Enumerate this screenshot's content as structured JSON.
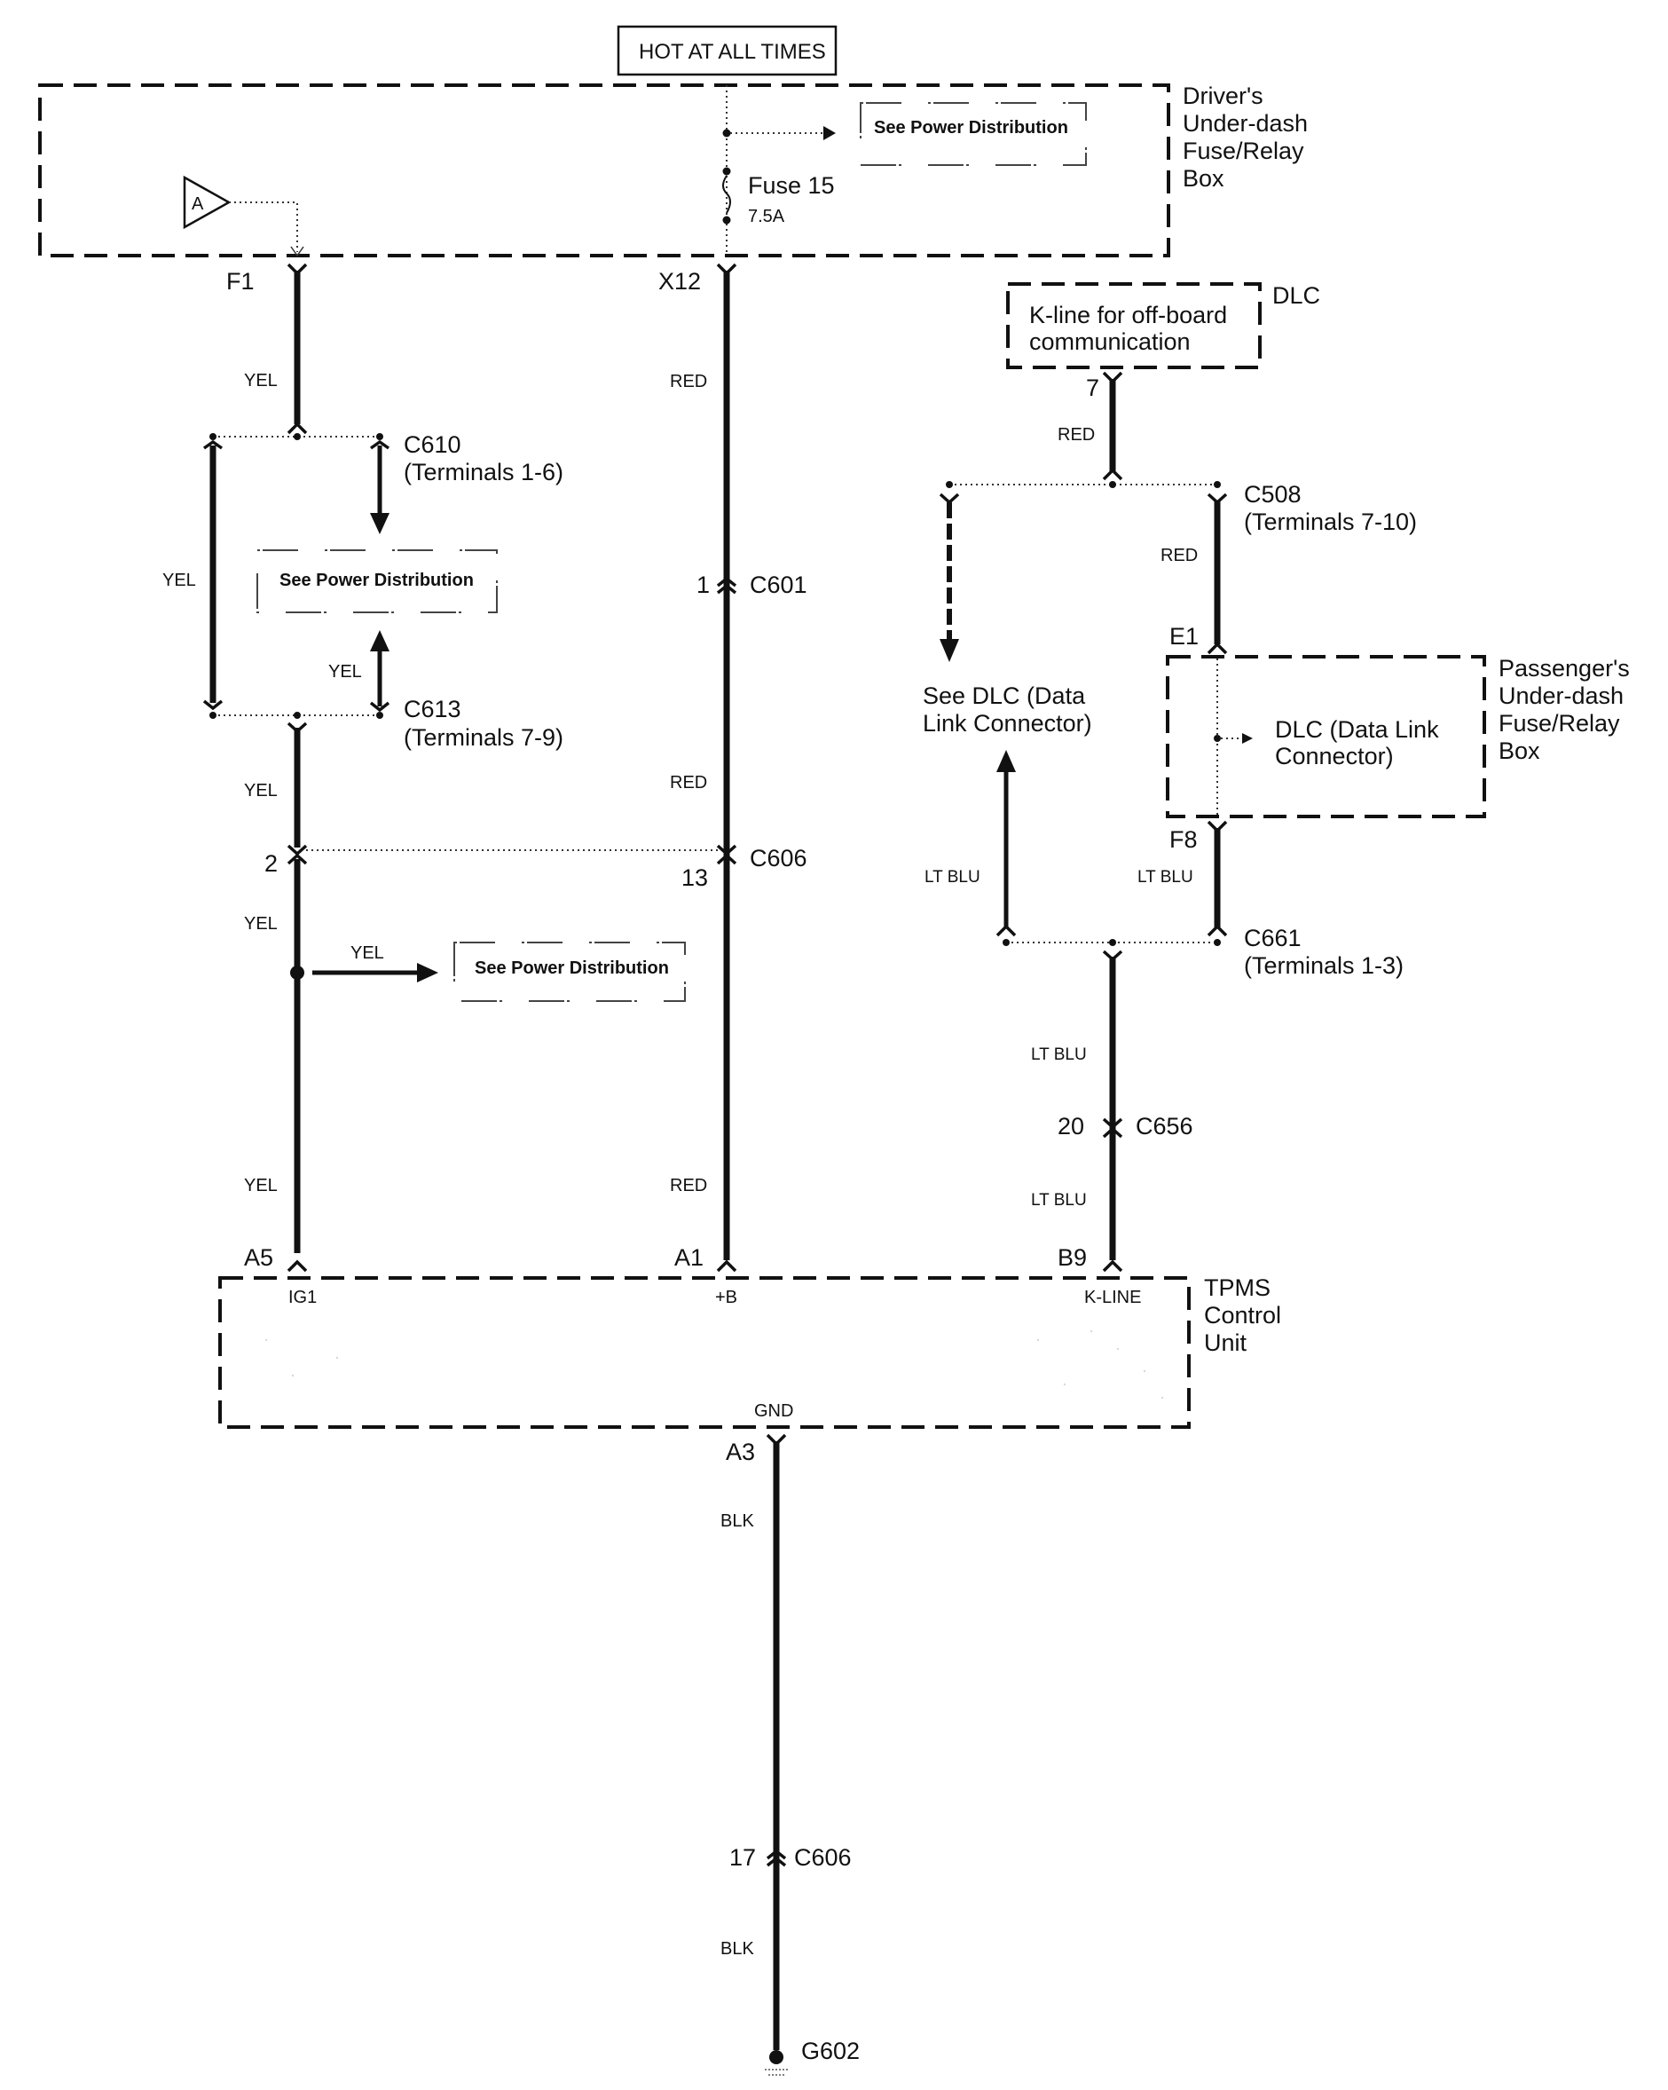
{
  "diagram": {
    "title_box": "HOT AT ALL TIMES",
    "drivers_box": {
      "label_lines": [
        "Driver's",
        "Under-dash",
        "Fuse/Relay",
        "Box"
      ],
      "fuse_name": "Fuse 15",
      "fuse_rating": "7.5A",
      "source_marker": "A",
      "see_power_distribution": "See Power Distribution"
    },
    "left_circuit": {
      "terminal_top": "F1",
      "wire_color_1": "YEL",
      "c610_label": "C610",
      "c610_terminals": "(Terminals 1-6)",
      "branch_wire_color": "YEL",
      "see_power_distribution_mid": "See Power Distribution",
      "arrow_wire_color": "YEL",
      "c613_label": "C613",
      "c613_terminals": "(Terminals 7-9)",
      "wire_color_2": "YEL",
      "c606_pin": "2",
      "wire_color_3": "YEL",
      "splice_wire_color": "YEL",
      "see_power_distribution_low": "See Power Distribution",
      "wire_color_4": "YEL",
      "terminal_bottom": "A5"
    },
    "middle_circuit": {
      "terminal_top": "X12",
      "wire_color_1": "RED",
      "c601_pin": "1",
      "c601_label": "C601",
      "wire_color_2": "RED",
      "c606_pin": "13",
      "c606_label": "C606",
      "wire_color_3": "RED",
      "terminal_bottom": "A1"
    },
    "right_circuit": {
      "dlc_box_lines": [
        "K-line for off-board",
        "communication"
      ],
      "dlc_label": "DLC",
      "dlc_pin": "7",
      "wire_color_1": "RED",
      "c508_label": "C508",
      "c508_terminals": "(Terminals 7-10)",
      "see_dlc_lines": [
        "See DLC (Data",
        "Link Connector)"
      ],
      "wire_color_2": "RED",
      "terminal_e1": "E1",
      "passenger_box_label_lines": [
        "Passenger's",
        "Under-dash",
        "Fuse/Relay",
        "Box"
      ],
      "passenger_inner_lines": [
        "DLC (Data Link",
        "Connector)"
      ],
      "terminal_f8": "F8",
      "wire_color_left": "LT BLU",
      "wire_color_right": "LT BLU",
      "c661_label": "C661",
      "c661_terminals": "(Terminals 1-3)",
      "wire_color_3": "LT BLU",
      "c656_pin": "20",
      "c656_label": "C656",
      "wire_color_4": "LT BLU",
      "terminal_bottom": "B9"
    },
    "tpms_unit": {
      "label_lines": [
        "TPMS",
        "Control",
        "Unit"
      ],
      "pin_ig1": "IG1",
      "pin_b": "+B",
      "pin_kline": "K-LINE",
      "pin_gnd": "GND"
    },
    "ground_circuit": {
      "terminal_top": "A3",
      "wire_color_1": "BLK",
      "c606_pin": "17",
      "c606_label": "C606",
      "wire_color_2": "BLK",
      "ground_label": "G602"
    }
  }
}
